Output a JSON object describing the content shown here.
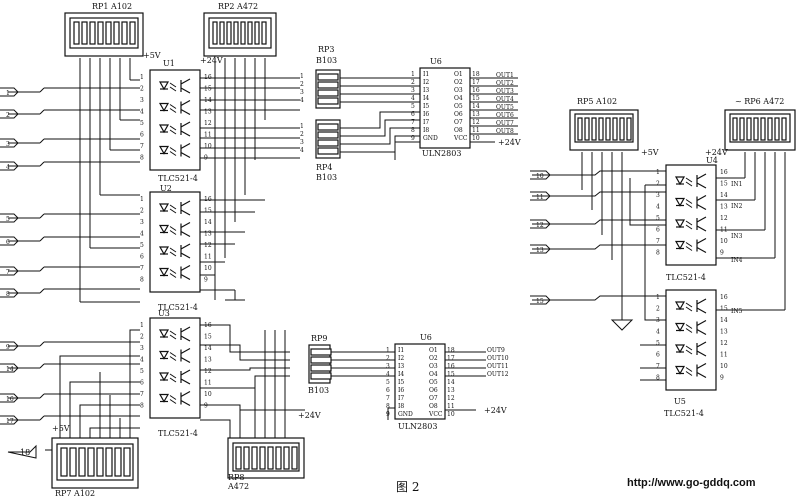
{
  "figure_caption": "图 2",
  "watermark": "http://www.go-gddq.com",
  "rails": {
    "p5": "+5V",
    "p24": "+24V"
  },
  "resistor_packs": {
    "rp1": "RP1  A102",
    "rp2": "RP2  A472",
    "rp3": "RP3",
    "rp3v": "B103",
    "rp4": "RP4",
    "rp4v": "B103",
    "rp5": "RP5  A102",
    "rp6": "~ RP6  A472",
    "rp7": "RP7  A102",
    "rp8": "RP8",
    "rp8v": "A472",
    "rp9": "RP9",
    "rp9v": "B103"
  },
  "optocouplers": {
    "u1": "U1",
    "u2": "U2",
    "u3": "U3",
    "u4": "U4",
    "u5": "U5",
    "part": "TLC521-4",
    "part_dash": "TLC521-4"
  },
  "drivers": {
    "u6a": "U6",
    "u6b": "U6",
    "part": "ULN2803",
    "in_pins": [
      "I1",
      "I2",
      "I3",
      "I4",
      "I5",
      "I6",
      "I7",
      "I8",
      "GND"
    ],
    "out_pins": [
      "O1",
      "O2",
      "O3",
      "O4",
      "O5",
      "O6",
      "O7",
      "O8",
      "VCC"
    ],
    "left_nums": [
      "1",
      "2",
      "3",
      "4",
      "5",
      "6",
      "7",
      "8",
      "9"
    ],
    "right_nums": [
      "18",
      "17",
      "16",
      "15",
      "14",
      "13",
      "12",
      "11",
      "10"
    ]
  },
  "outputs_a": [
    "OUT1",
    "OUT2",
    "OUT3",
    "OUT4",
    "OUT5",
    "OUT6",
    "OUT7",
    "OUT8"
  ],
  "outputs_b": [
    "OUT9",
    "OUT10",
    "OUT11",
    "OUT12"
  ],
  "inputs_right": [
    "IN1",
    "IN2",
    "IN3",
    "IN4",
    "IN5"
  ],
  "inputs_left": [
    "1",
    "2",
    "3",
    "4",
    "5",
    "6",
    "7",
    "8",
    "9",
    "14",
    "16",
    "17"
  ],
  "inputs_mid": [
    "10",
    "11",
    "12",
    "13",
    "15"
  ],
  "input_18": "18",
  "opto_pins_left": [
    "1",
    "2",
    "3",
    "4",
    "5",
    "6",
    "7",
    "8"
  ],
  "opto_pins_right": [
    "16",
    "15",
    "14",
    "13",
    "12",
    "11",
    "10",
    "9"
  ],
  "jumper_pins": [
    "1",
    "2",
    "3",
    "4",
    "5",
    "6",
    "7",
    "8"
  ]
}
